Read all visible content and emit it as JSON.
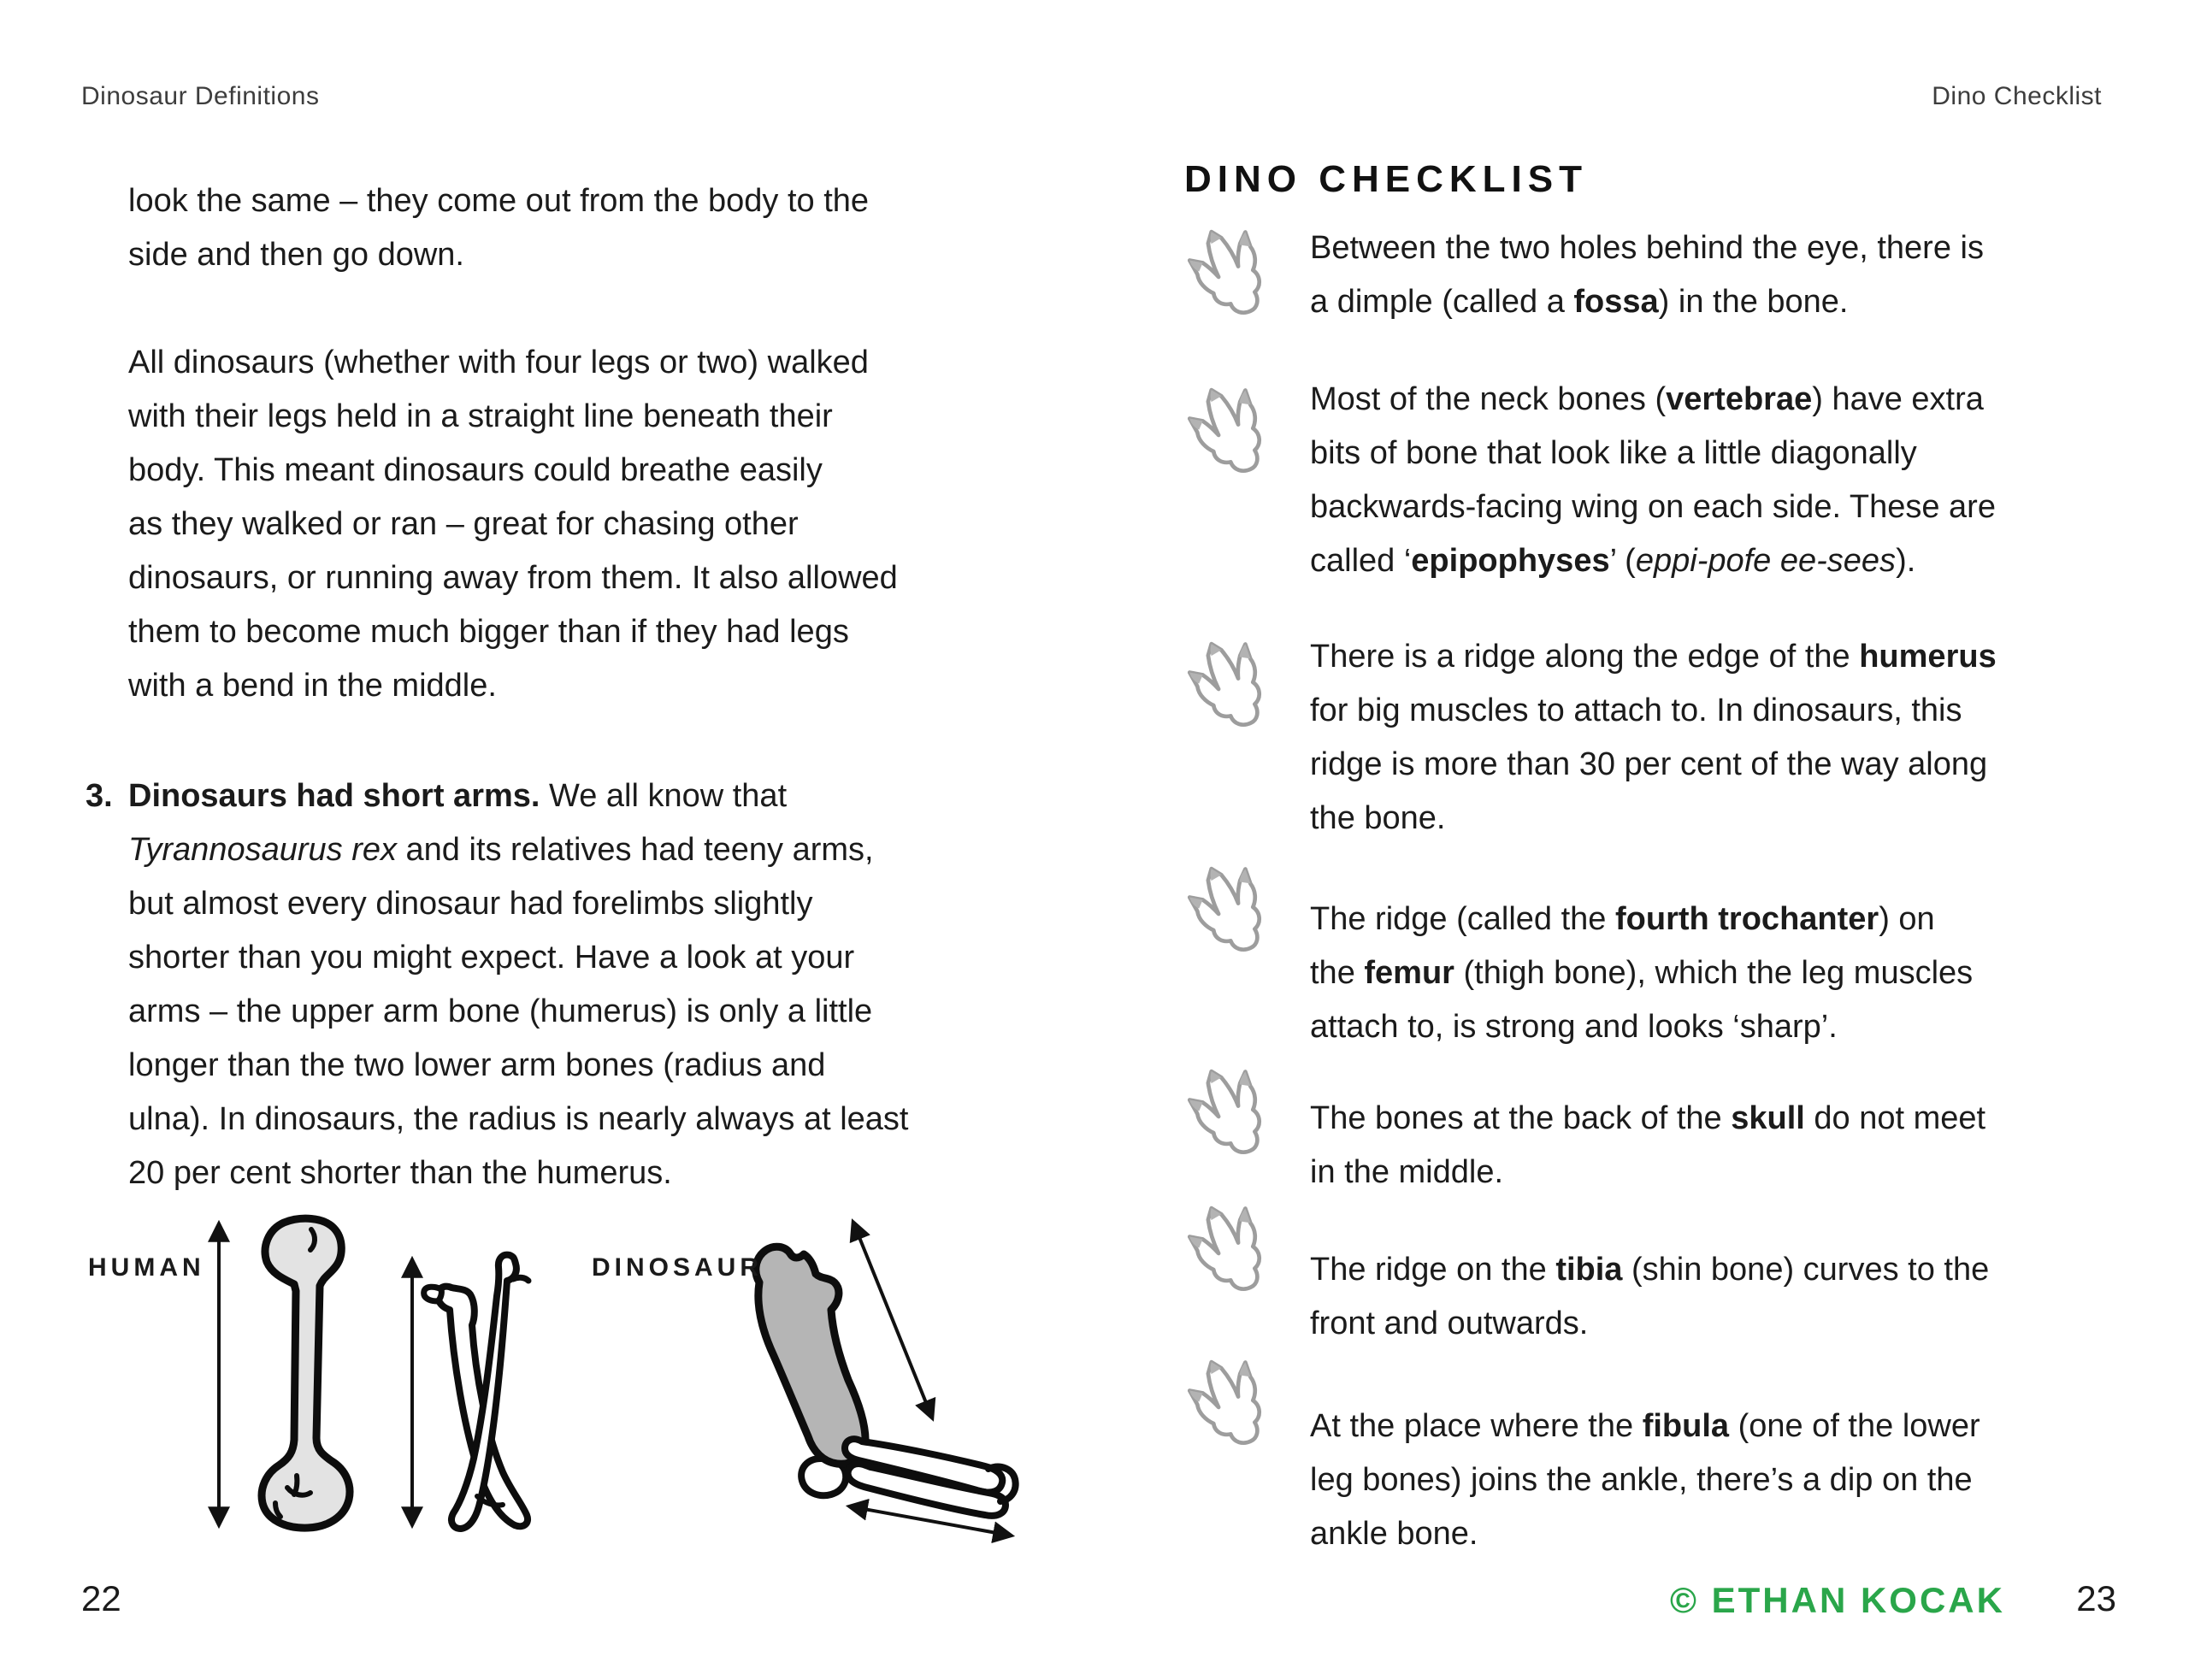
{
  "colors": {
    "credit_green": "#2aa64a",
    "footprint_gray": "#9d9d9d",
    "claw_gray": "#b3b3b3",
    "human_bone_fill": "#e3e3e3",
    "dino_bone_fill": "#b5b5b5"
  },
  "left_page": {
    "header": "Dinosaur Definitions",
    "page_number": "22",
    "paragraph1": {
      "lines": [
        [
          {
            "t": "look the same – they come out from the body to the"
          }
        ],
        [
          {
            "t": "side and then go down."
          }
        ]
      ]
    },
    "paragraph2": {
      "lines": [
        [
          {
            "t": "All dinosaurs (whether with four legs or two) walked"
          }
        ],
        [
          {
            "t": "with their legs held in a straight line beneath their"
          }
        ],
        [
          {
            "t": "body. This meant dinosaurs could breathe easily"
          }
        ],
        [
          {
            "t": "as they walked or ran – great for chasing other"
          }
        ],
        [
          {
            "t": "dinosaurs, or running away from them. It also allowed"
          }
        ],
        [
          {
            "t": "them to become much bigger than if they had legs"
          }
        ],
        [
          {
            "t": "with a bend in the middle."
          }
        ]
      ]
    },
    "paragraph3": {
      "number": "3.",
      "lines": [
        [
          {
            "t": "Dinosaurs had short arms.",
            "b": 1
          },
          {
            "t": " We all know that"
          }
        ],
        [
          {
            "t": "Tyrannosaurus rex",
            "i": 1
          },
          {
            "t": " and its relatives had teeny arms,"
          }
        ],
        [
          {
            "t": "but almost every dinosaur had forelimbs slightly"
          }
        ],
        [
          {
            "t": "shorter than you might expect. Have a look at your"
          }
        ],
        [
          {
            "t": "arms – the upper arm bone (humerus) is only a little"
          }
        ],
        [
          {
            "t": "longer than the two lower arm bones (radius and"
          }
        ],
        [
          {
            "t": "ulna). In dinosaurs, the radius is nearly always at least"
          }
        ],
        [
          {
            "t": "20 per cent shorter than the humerus."
          }
        ]
      ]
    },
    "figure": {
      "label_human": "HUMAN",
      "label_dinosaur": "DINOSAUR"
    }
  },
  "right_page": {
    "header": "Dino Checklist",
    "page_number": "23",
    "title": "DINO CHECKLIST",
    "credit": "© ETHAN KOCAK",
    "items": [
      {
        "icon": "dino-footprint-icon",
        "lines": [
          [
            {
              "t": "Between the two holes behind the eye, there is"
            }
          ],
          [
            {
              "t": "a dimple (called a "
            },
            {
              "t": "fossa",
              "b": 1
            },
            {
              "t": ") in the bone."
            }
          ]
        ]
      },
      {
        "icon": "dino-footprint-icon",
        "lines": [
          [
            {
              "t": "Most of the neck bones ("
            },
            {
              "t": "vertebrae",
              "b": 1
            },
            {
              "t": ") have extra"
            }
          ],
          [
            {
              "t": "bits of bone that look like a little diagonally"
            }
          ],
          [
            {
              "t": "backwards-facing wing on each side. These are"
            }
          ],
          [
            {
              "t": "called ‘"
            },
            {
              "t": "epipophyses",
              "b": 1
            },
            {
              "t": "’ ("
            },
            {
              "t": "eppi-pofe ee-sees",
              "i": 1
            },
            {
              "t": ")."
            }
          ]
        ]
      },
      {
        "icon": "dino-footprint-icon",
        "lines": [
          [
            {
              "t": "There is a ridge along the edge of the "
            },
            {
              "t": "humerus",
              "b": 1
            }
          ],
          [
            {
              "t": "for big muscles to attach to. In dinosaurs, this"
            }
          ],
          [
            {
              "t": "ridge is more than 30 per cent of the way along"
            }
          ],
          [
            {
              "t": "the bone."
            }
          ]
        ]
      },
      {
        "icon": "dino-footprint-icon",
        "lines": [
          [
            {
              "t": "The ridge (called the "
            },
            {
              "t": "fourth trochanter",
              "b": 1
            },
            {
              "t": ") on"
            }
          ],
          [
            {
              "t": "the "
            },
            {
              "t": "femur",
              "b": 1
            },
            {
              "t": " (thigh bone), which the leg muscles"
            }
          ],
          [
            {
              "t": "attach to, is strong and looks ‘sharp’."
            }
          ]
        ]
      },
      {
        "icon": "dino-footprint-icon",
        "lines": [
          [
            {
              "t": "The bones at the back of the "
            },
            {
              "t": "skull",
              "b": 1
            },
            {
              "t": " do not meet"
            }
          ],
          [
            {
              "t": "in the middle."
            }
          ]
        ]
      },
      {
        "icon": "dino-footprint-icon",
        "lines": [
          [
            {
              "t": "The ridge on the "
            },
            {
              "t": "tibia",
              "b": 1
            },
            {
              "t": " (shin bone) curves to the"
            }
          ],
          [
            {
              "t": "front and outwards."
            }
          ]
        ]
      },
      {
        "icon": "dino-footprint-icon",
        "lines": [
          [
            {
              "t": "At the place where the "
            },
            {
              "t": "fibula",
              "b": 1
            },
            {
              "t": " (one of the lower"
            }
          ],
          [
            {
              "t": "leg bones) joins the ankle, there’s a dip on the"
            }
          ],
          [
            {
              "t": "ankle bone."
            }
          ]
        ]
      }
    ]
  }
}
